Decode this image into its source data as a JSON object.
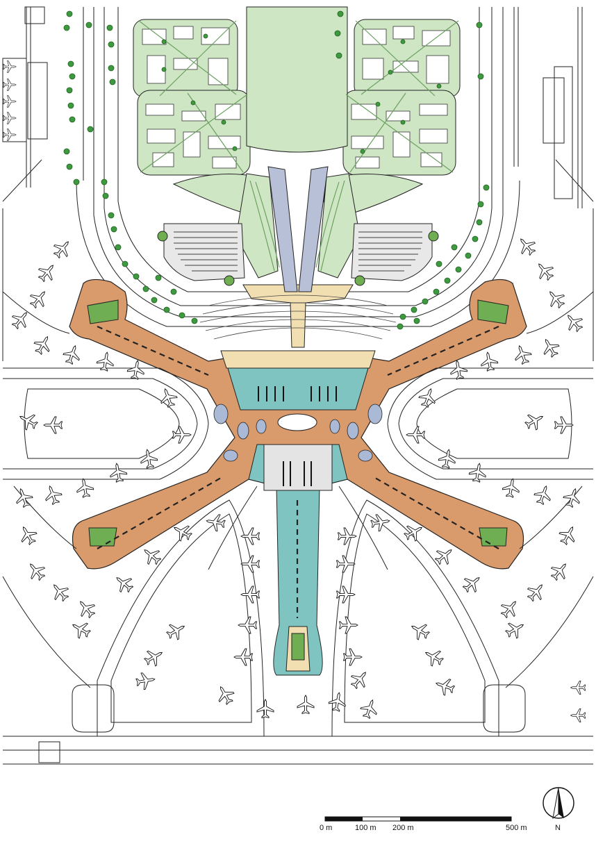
{
  "scale_bar": {
    "label_0": "0 m",
    "label_100": "100 m",
    "label_200": "200 m",
    "label_500": "500 m"
  },
  "north_arrow": {
    "label": "N"
  },
  "colors": {
    "terminal_orange": "#d99a6c",
    "terminal_blue": "#7fc4c0",
    "landscape_green": "#cfe6c4",
    "landside_beige": "#f1dfb2",
    "court_green": "#6fae52",
    "tree_green": "#2f8a2f",
    "line": "#222222"
  }
}
